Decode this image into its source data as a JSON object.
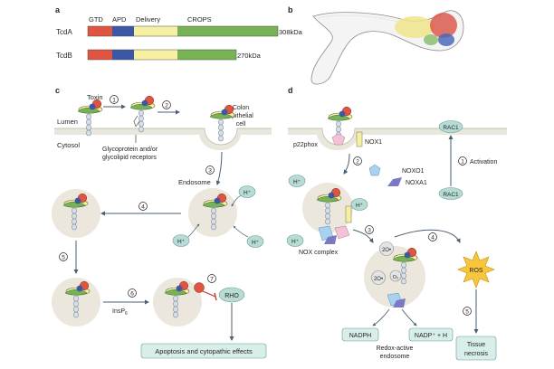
{
  "panels": {
    "a": "a",
    "b": "b",
    "c": "c",
    "d": "d"
  },
  "domains": {
    "gtd": "GTD",
    "apd": "APD",
    "delivery": "Delivery",
    "crops": "CROPS"
  },
  "toxins": [
    {
      "name": "TcdA",
      "size": "308kDa"
    },
    {
      "name": "TcdB",
      "size": "270kDa"
    }
  ],
  "panel_c": {
    "toxin": "Toxin",
    "lumen": "Lumen",
    "cytosol": "Cytosol",
    "colon_cell": [
      "Colon",
      "epithelial",
      "cell"
    ],
    "receptors": [
      "Glycoprotein and/or",
      "glycolipid receptors"
    ],
    "endosome": "Endosome",
    "proton": "H⁺",
    "insp6_main": "InsP",
    "insp6_sub": "6",
    "rho": "RHO",
    "outcome": "Apoptosis and cytopathic effects",
    "steps": [
      "1",
      "2",
      "3",
      "4",
      "5",
      "6",
      "7"
    ]
  },
  "panel_d": {
    "p22phox": "p22phox",
    "nox1": "NOX1",
    "rac1": "RAC1",
    "activation": "Activation",
    "noxo1": "NOXO1",
    "noxa1": "NOXA1",
    "proton": "H⁺",
    "nox_complex": "NOX complex",
    "superoxide": "2O•",
    "superoxide_inner": "2O•",
    "oxygen": "O₂",
    "ros": "ROS",
    "nadph": "NADPH",
    "nadp": "NADP⁺ + H",
    "redox": [
      "Redox-active",
      "endosome"
    ],
    "necrosis": [
      "Tissue",
      "necrosis"
    ],
    "steps": [
      "1",
      "2",
      "3",
      "4",
      "5"
    ]
  },
  "colors": {
    "gtd": "#e0553f",
    "apd": "#3b57a6",
    "delivery": "#f5f0a2",
    "crops": "#77b254",
    "membrane": "#e9e6dc",
    "endosome": "#ece7dc",
    "teal": "#b7dcd5",
    "arrow": "#4a5f73"
  }
}
